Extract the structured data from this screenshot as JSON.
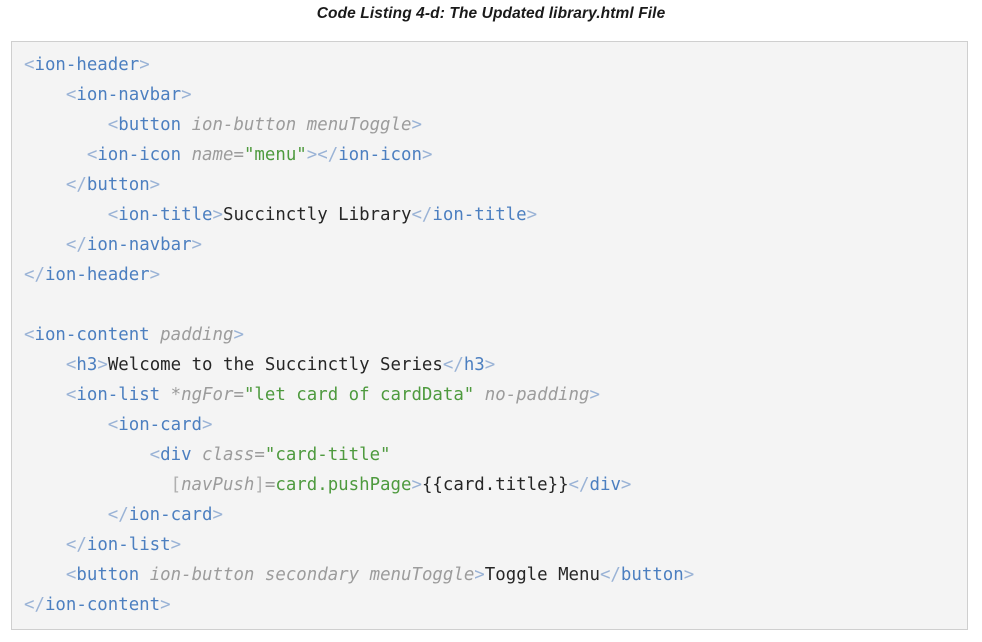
{
  "caption": {
    "text": "Code Listing 4-d: The Updated library.html File"
  },
  "colors": {
    "background": "#ffffff",
    "code_background": "#f4f4f4",
    "code_border": "#cfcfcf",
    "bracket": "#9ab3d6",
    "tag": "#4c7fc0",
    "attribute": "#9c9c9c",
    "value": "#4e9a3e",
    "text": "#262626"
  },
  "code": {
    "language": "html",
    "lines": [
      {
        "id": "l1",
        "indent": 0,
        "text": "<ion-header>"
      },
      {
        "id": "l2",
        "indent": 4,
        "text": "<ion-navbar>"
      },
      {
        "id": "l3",
        "indent": 8,
        "text": "<button ion-button menuToggle>"
      },
      {
        "id": "l4",
        "indent": 6,
        "text": "<ion-icon name=\"menu\"></ion-icon>"
      },
      {
        "id": "l5",
        "indent": 4,
        "text": "</button>"
      },
      {
        "id": "l6",
        "indent": 8,
        "text": "<ion-title>Succinctly Library</ion-title>"
      },
      {
        "id": "l7",
        "indent": 4,
        "text": "</ion-navbar>"
      },
      {
        "id": "l8",
        "indent": 0,
        "text": "</ion-header>"
      },
      {
        "id": "l9",
        "indent": 0,
        "text": ""
      },
      {
        "id": "l10",
        "indent": 0,
        "text": "<ion-content padding>"
      },
      {
        "id": "l11",
        "indent": 4,
        "text": "<h3>Welcome to the Succinctly Series</h3>"
      },
      {
        "id": "l12",
        "indent": 4,
        "text": "<ion-list *ngFor=\"let card of cardData\" no-padding>"
      },
      {
        "id": "l13",
        "indent": 8,
        "text": "<ion-card>"
      },
      {
        "id": "l14",
        "indent": 12,
        "text": "<div class=\"card-title\""
      },
      {
        "id": "l15",
        "indent": 14,
        "text": "[navPush]=card.pushPage>{{card.title}}</div>"
      },
      {
        "id": "l16",
        "indent": 8,
        "text": "</ion-card>"
      },
      {
        "id": "l17",
        "indent": 4,
        "text": "</ion-list>"
      },
      {
        "id": "l18",
        "indent": 4,
        "text": "<button ion-button secondary menuToggle>Toggle Menu</button>"
      },
      {
        "id": "l19",
        "indent": 0,
        "text": "</ion-content>"
      }
    ]
  }
}
